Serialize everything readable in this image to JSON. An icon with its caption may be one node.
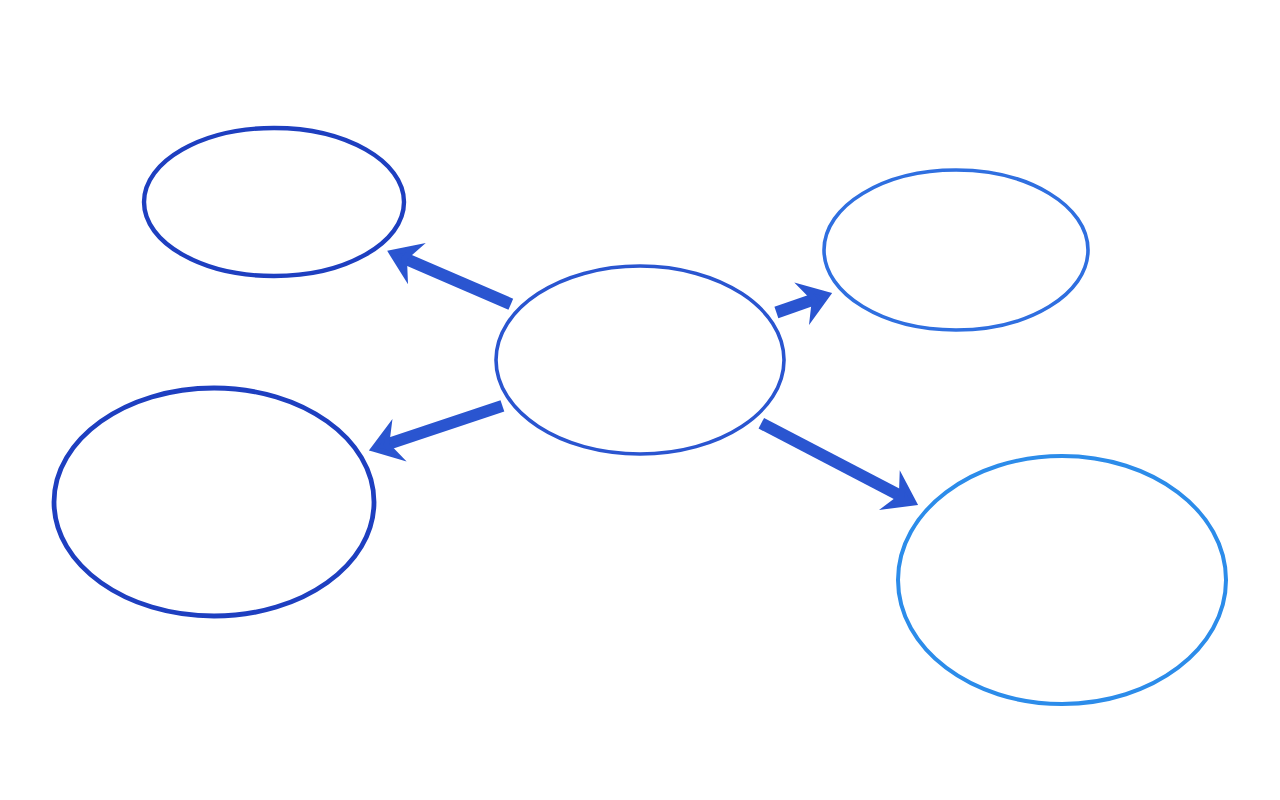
{
  "diagram": {
    "nodes": [
      {
        "text": [],
        "shape": "ellipse"
      },
      {
        "text": [],
        "shape": "ellipse"
      },
      {
        "text": [],
        "shape": "ellipse"
      },
      {
        "text": [],
        "shape": "ellipse"
      },
      {
        "text": [],
        "shape": "ellipse"
      }
    ],
    "edges": [
      {
        "from": 2,
        "to": 0,
        "arrow": "to"
      },
      {
        "from": 2,
        "to": 1,
        "arrow": "to"
      },
      {
        "from": 2,
        "to": 3,
        "arrow": "to"
      },
      {
        "from": 2,
        "to": 4,
        "arrow": "to"
      }
    ]
  }
}
